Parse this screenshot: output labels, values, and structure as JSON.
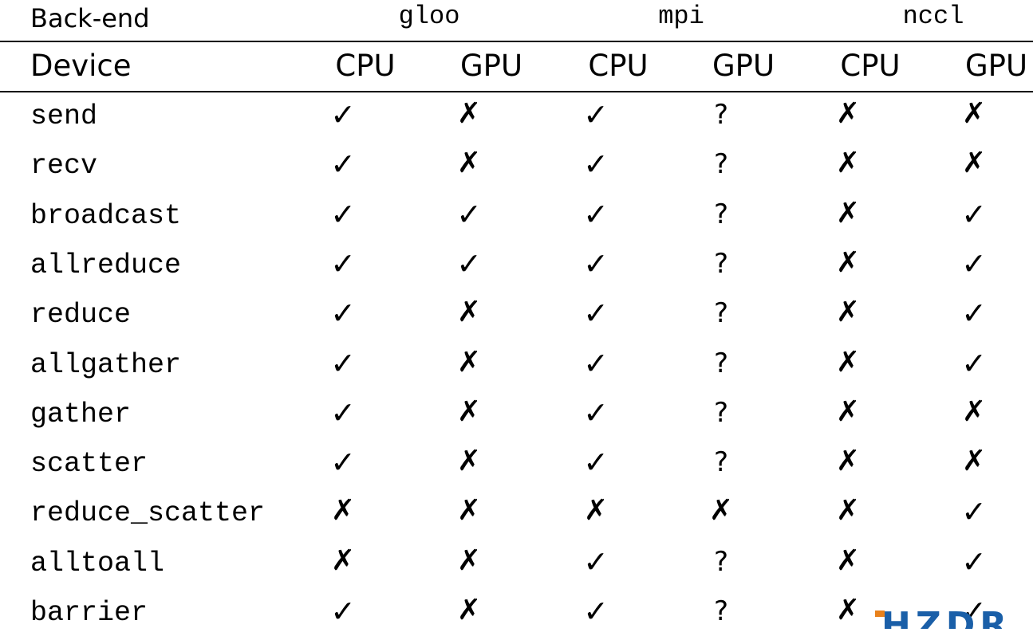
{
  "header": {
    "backend_label": "Back-end",
    "device_label": "Device",
    "backends": [
      "gloo",
      "mpi",
      "nccl"
    ],
    "devices": [
      "CPU",
      "GPU",
      "CPU",
      "GPU",
      "CPU",
      "GPU"
    ]
  },
  "symbols": {
    "yes": "✓",
    "no": "✗",
    "unknown": "?"
  },
  "rows": [
    {
      "op": "send",
      "values": [
        "yes",
        "no",
        "yes",
        "unknown",
        "no",
        "no"
      ]
    },
    {
      "op": "recv",
      "values": [
        "yes",
        "no",
        "yes",
        "unknown",
        "no",
        "no"
      ]
    },
    {
      "op": "broadcast",
      "values": [
        "yes",
        "yes",
        "yes",
        "unknown",
        "no",
        "yes"
      ]
    },
    {
      "op": "allreduce",
      "values": [
        "yes",
        "yes",
        "yes",
        "unknown",
        "no",
        "yes"
      ]
    },
    {
      "op": "reduce",
      "values": [
        "yes",
        "no",
        "yes",
        "unknown",
        "no",
        "yes"
      ]
    },
    {
      "op": "allgather",
      "values": [
        "yes",
        "no",
        "yes",
        "unknown",
        "no",
        "yes"
      ]
    },
    {
      "op": "gather",
      "values": [
        "yes",
        "no",
        "yes",
        "unknown",
        "no",
        "no"
      ]
    },
    {
      "op": "scatter",
      "values": [
        "yes",
        "no",
        "yes",
        "unknown",
        "no",
        "no"
      ]
    },
    {
      "op": "reduce_scatter",
      "values": [
        "no",
        "no",
        "no",
        "no",
        "no",
        "yes"
      ]
    },
    {
      "op": "alltoall",
      "values": [
        "no",
        "no",
        "yes",
        "unknown",
        "no",
        "yes"
      ]
    },
    {
      "op": "barrier",
      "values": [
        "yes",
        "no",
        "yes",
        "unknown",
        "no",
        "yes"
      ]
    }
  ],
  "logo": {
    "text": "HZDR",
    "brand_color": "#1a5fa8",
    "accent_color": "#e8811c"
  }
}
